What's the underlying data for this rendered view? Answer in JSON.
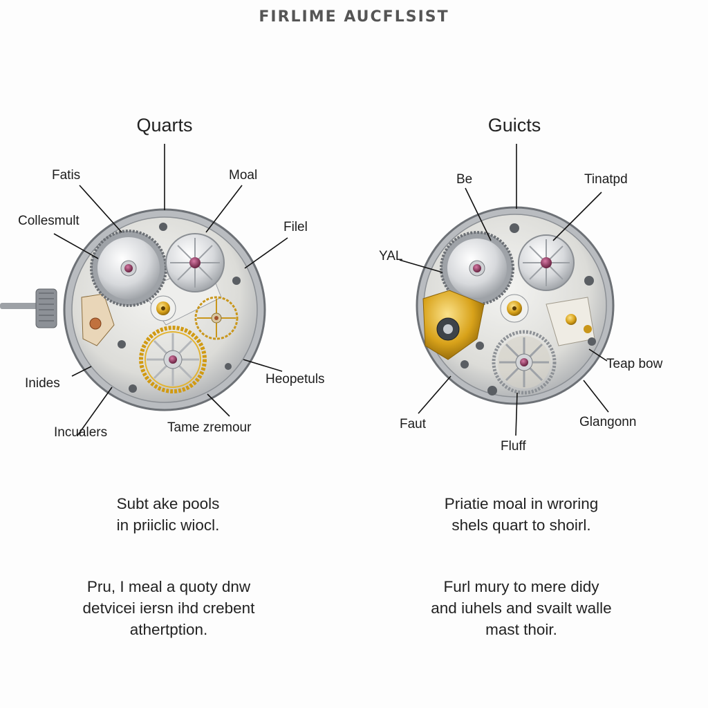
{
  "header": {
    "title": "FIRLIME AUCFLSIST"
  },
  "left": {
    "heading": "Quarts",
    "callouts": {
      "fatis": "Fatis",
      "moal": "Moal",
      "collesmult": "Collesmult",
      "filel": "Filel",
      "inides": "Inides",
      "heopetuls": "Heopetuls",
      "incualers": "Incualers",
      "tame_zremour": "Tame zremour"
    },
    "caption_1": [
      "Subt ake pools",
      "in priiclic wiocl."
    ],
    "caption_2": [
      "Pru, I meal a quoty dnw",
      "detvicei iersn ihd crebent",
      "athertption."
    ]
  },
  "right": {
    "heading": "Guicts",
    "callouts": {
      "be": "Be",
      "tinatpd": "Tinatpd",
      "yal": "YAL",
      "teap_bow": "Teap bow",
      "faut": "Faut",
      "fluff": "Fluff",
      "glangonn": "Glangonn"
    },
    "caption_1": [
      "Priatie moal in wroring",
      "shels quart to shoirl."
    ],
    "caption_2": [
      "Furl mury to mere didy",
      "and iuhels and svailt walle",
      "mast thoir."
    ]
  },
  "colors": {
    "steel": "#c9cdd2",
    "steel_dark": "#7c8088",
    "brass": "#d8a21a",
    "jewel": "#8a2f5a",
    "leader": "#111111"
  }
}
